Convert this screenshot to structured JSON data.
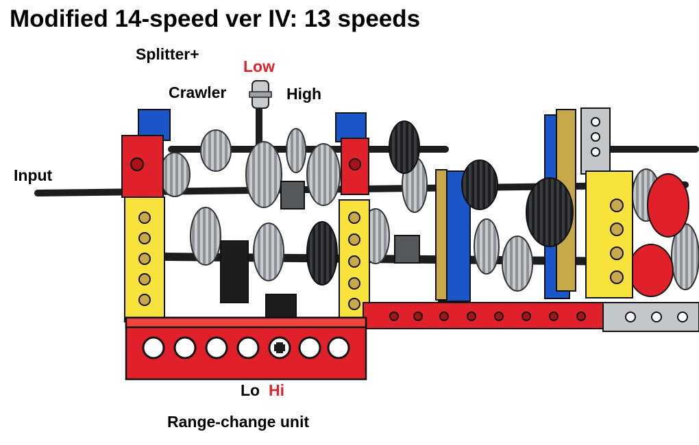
{
  "title": "Modified 14-speed ver IV: 13 speeds",
  "labels": {
    "splitter": "Splitter+",
    "low": "Low",
    "crawler": "Crawler",
    "high": "High",
    "input": "Input",
    "lo": "Lo",
    "hi": "Hi",
    "range_unit": "Range-change unit"
  },
  "colors": {
    "red": "#e0202a",
    "yellow": "#f7e33b",
    "blue": "#1a56c8",
    "tan": "#c7a94a",
    "gray": "#b9bcbf",
    "dark_gray": "#55595c",
    "black": "#1b1d1f",
    "label_accent": "#e0202a"
  }
}
